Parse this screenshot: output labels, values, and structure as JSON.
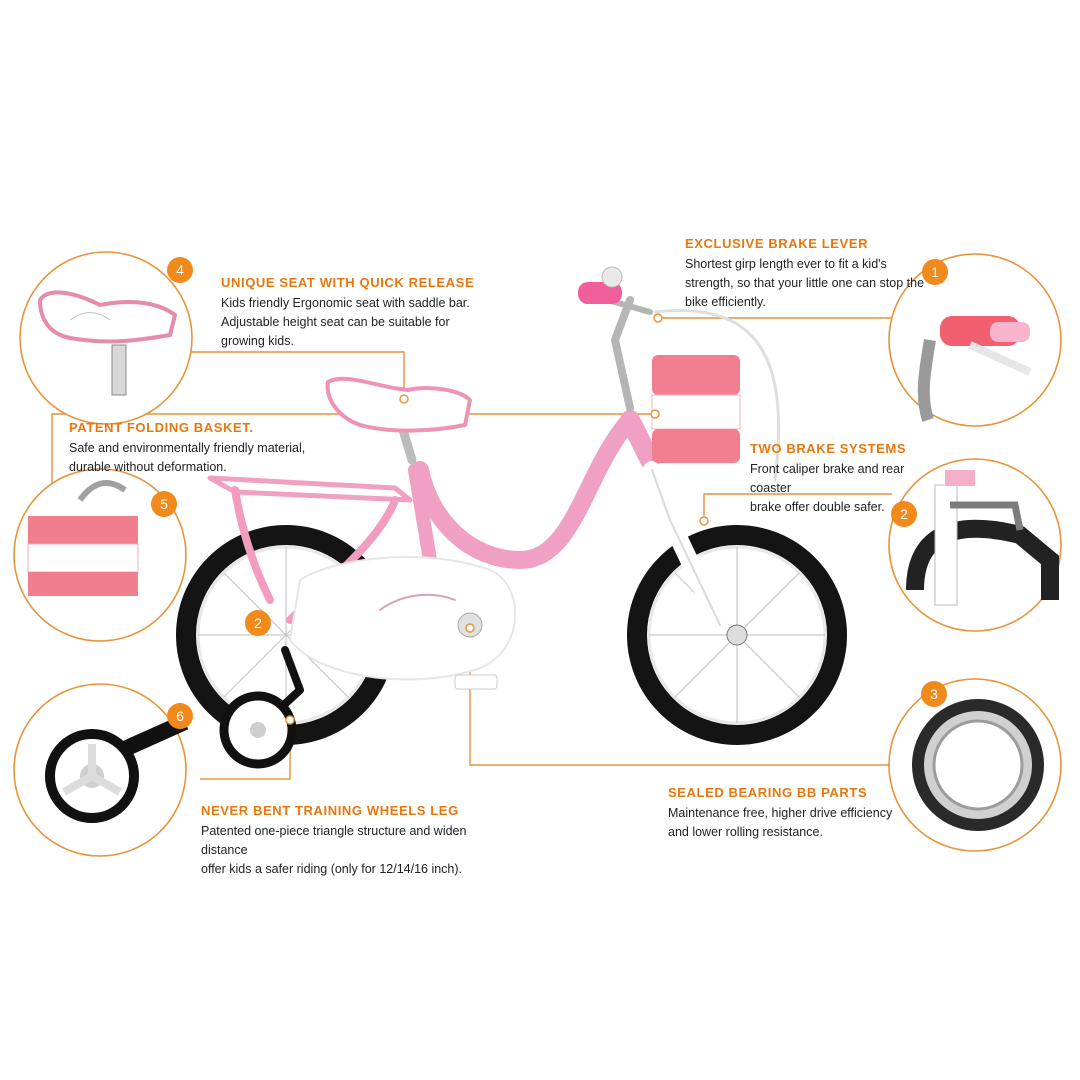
{
  "features": [
    {
      "number": "4",
      "title": "UNIQUE SEAT WITH QUICK RELEASE",
      "lines": [
        "Kids friendly Ergonomic seat with saddle bar.",
        "Adjustable height seat can be suitable for",
        "growing kids."
      ]
    },
    {
      "number": "5",
      "title": "PATENT FOLDING BASKET.",
      "lines": [
        "Safe and environmentally friendly material,",
        "durable without deformation."
      ]
    },
    {
      "number": "6",
      "title": "NEVER BENT TRAINING WHEELS LEG",
      "lines": [
        "Patented one-piece triangle structure and widen distance",
        "offer kids a safer riding (only for 12/14/16 inch)."
      ]
    },
    {
      "number": "1",
      "title": "EXCLUSIVE BRAKE LEVER",
      "lines": [
        "Shortest girp length ever to fit a kid's",
        "strength, so that your little one can stop the",
        "bike efficiently."
      ]
    },
    {
      "number": "2",
      "title": "TWO BRAKE SYSTEMS",
      "lines": [
        "Front caliper brake and rear coaster",
        "brake offer double safer."
      ]
    },
    {
      "number": "3",
      "title": "SEALED BEARING BB PARTS",
      "lines": [
        "Maintenance free, higher drive efficiency",
        "and lower rolling resistance."
      ]
    }
  ],
  "bike_badge": "2",
  "colors": {
    "accent": "#f08a1c",
    "leader": "#e8943a",
    "frame": "#f2a6c6",
    "tire": "#141414"
  }
}
